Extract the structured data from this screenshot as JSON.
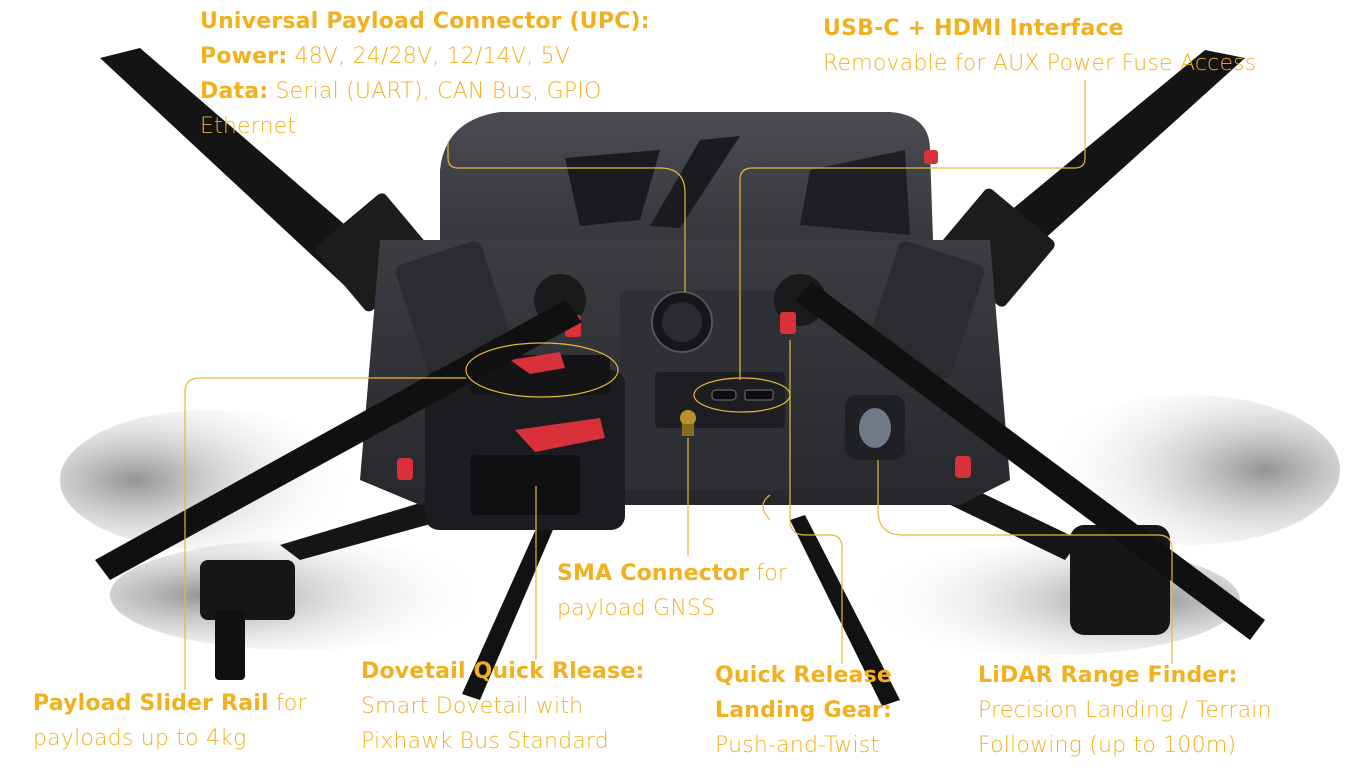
{
  "colors": {
    "accent": "#F2B01E",
    "callout_line": "#E7B73A",
    "body_dark": "#2B2D31",
    "body_mid": "#3A3C41",
    "arm_black": "#121212",
    "latch_red": "#D9313A"
  },
  "callouts": {
    "upc": {
      "title": "Universal Payload Connector (UPC):",
      "power_label": "Power:",
      "power_value": " 48V, 24/28V, 12/14V, 5V",
      "data_label": "Data:",
      "data_value": " Serial (UART), CAN Bus, GPIO",
      "data_extra": "Ethernet"
    },
    "usb": {
      "title": "USB-C + HDMI Interface",
      "desc": "Removable for AUX Power Fuse Access"
    },
    "sma": {
      "title": "SMA Connector",
      "title_suffix": " for",
      "desc": "payload GNSS"
    },
    "slider": {
      "title": "Payload Slider Rail",
      "title_suffix": " for",
      "desc": "payloads up to 4kg"
    },
    "dovetail": {
      "title": "Dovetail Quick Rlease:",
      "line1": "Smart Dovetail with",
      "line2": "Pixhawk Bus Standard"
    },
    "landing_gear": {
      "title_line1": "Quick Release",
      "title_line2": "Landing Gear:",
      "desc": "Push-and-Twist"
    },
    "lidar": {
      "title": "LiDAR Range Finder:",
      "line1": "Precision Landing / Terrain",
      "line2": "Following  (up to 100m)"
    }
  }
}
